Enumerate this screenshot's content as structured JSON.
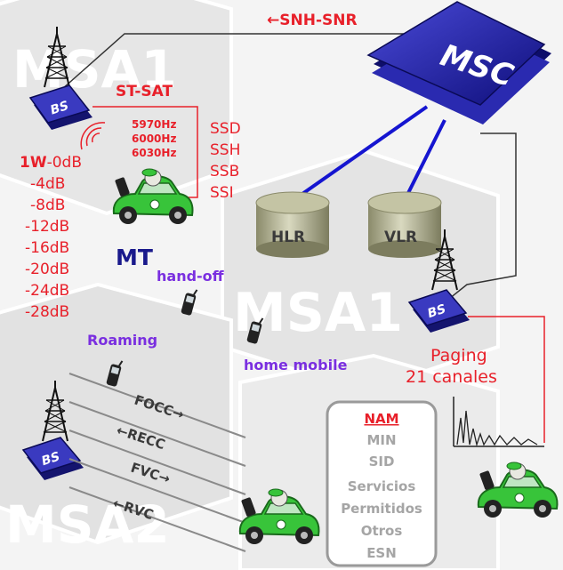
{
  "regions": {
    "msa1_top": "MSA1",
    "msa1_center": "MSA1",
    "msa2_bottom": "MSA2"
  },
  "msc": {
    "label": "MSC",
    "link_label": "←SNH-SNR"
  },
  "databases": {
    "hlr": "HLR",
    "vlr": "VLR"
  },
  "station_badge": "BS",
  "sat": {
    "title": "ST-SAT",
    "frequencies": [
      "5970Hz",
      "6000Hz",
      "6030Hz"
    ],
    "signals": [
      "SSD",
      "SSH",
      "SSB",
      "SSI"
    ]
  },
  "power_levels": {
    "first_prefix": "1W",
    "first_suffix": "-0dB",
    "rest": [
      "-4dB",
      "-8dB",
      "-12dB",
      "-16dB",
      "-20dB",
      "-24dB",
      "-28dB"
    ]
  },
  "mt_label": "MT",
  "handoff": "hand-off",
  "roaming": "Roaming",
  "home_mobile": "home mobile",
  "paging": {
    "line1": "Paging",
    "line2": "21 canales"
  },
  "channels": [
    "FOCC→",
    "←RECC",
    "FVC→",
    "←RVC"
  ],
  "nam": {
    "title": "NAM",
    "items": [
      "MIN",
      "SID",
      "Servicios",
      "Permitidos",
      "Otros",
      "ESN"
    ]
  },
  "colors": {
    "red": "#e8202a",
    "purple": "#7a2fe0",
    "navy": "#1a1a8c",
    "msc": "#1f1f9c",
    "car": "#38c43a"
  }
}
